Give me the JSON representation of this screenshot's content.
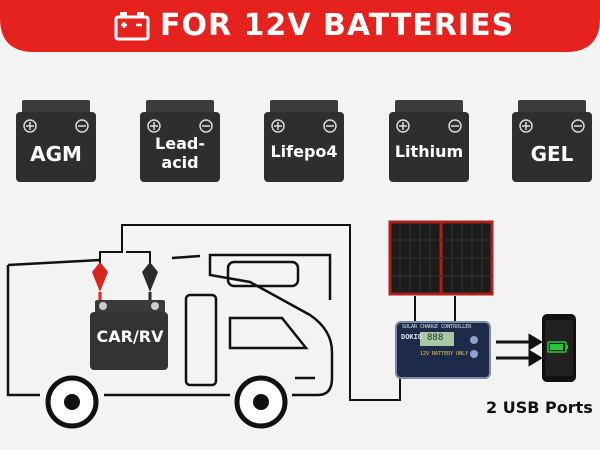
{
  "banner": {
    "title": "FOR 12V BATTERIES",
    "color": "#e5221e",
    "icon": "battery-icon"
  },
  "batteries": [
    {
      "label_lines": [
        "AGM"
      ]
    },
    {
      "label_lines": [
        "Lead-",
        "acid"
      ]
    },
    {
      "label_lines": [
        "Lifepo4"
      ]
    },
    {
      "label_lines": [
        "Lithium"
      ]
    },
    {
      "label_lines": [
        "GEL"
      ]
    }
  ],
  "vehicle": {
    "battery_label": "CAR/RV",
    "clamp_colors": {
      "positive": "#d9251d",
      "negative": "#2b2b2b"
    }
  },
  "controller": {
    "title": "SOLAR CHARGE CONTROLLER",
    "brand": "DOKIO",
    "note": "12V BATTERY ONLY",
    "display": "888"
  },
  "phone": {
    "icon": "battery-charging-icon",
    "accent": "#25c93a"
  },
  "usb": {
    "label": "2 USB Ports"
  }
}
